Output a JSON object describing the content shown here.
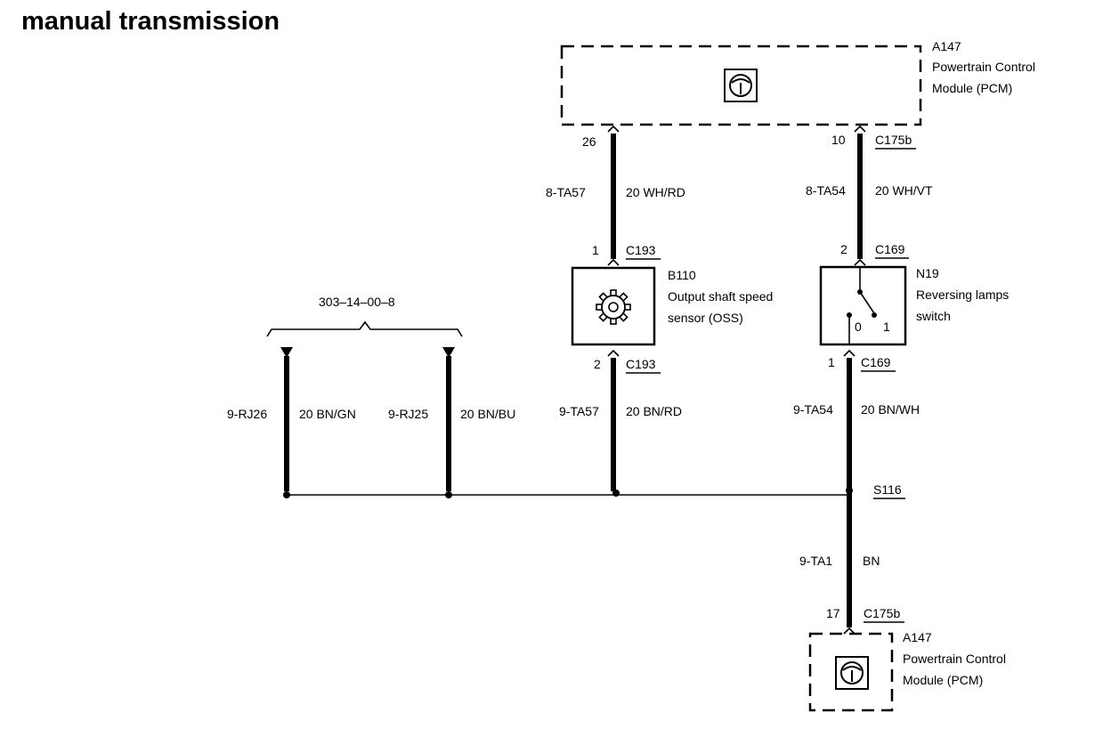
{
  "title": "manual transmission",
  "pcm_top": {
    "id": "A147",
    "name_line1": "Powertrain Control",
    "name_line2": "Module (PCM)"
  },
  "pcm_bottom": {
    "id": "A147",
    "name_line1": "Powertrain Control",
    "name_line2": "Module (PCM)"
  },
  "oss": {
    "id": "B110",
    "name_line1": "Output shaft speed",
    "name_line2": "sensor (OSS)"
  },
  "switch": {
    "id": "N19",
    "name_line1": "Reversing lamps",
    "name_line2": "switch",
    "pos0": "0",
    "pos1": "1"
  },
  "ref": "303–14–00–8",
  "splice": "S116",
  "wires": {
    "pcm_oss": {
      "pin_pcm": "26",
      "circuit": "8-TA57",
      "color": "20 WH/RD",
      "pin_sensor": "1",
      "connector": "C193"
    },
    "pcm_switch": {
      "pin_pcm": "10",
      "pcm_connector": "C175b",
      "circuit": "8-TA54",
      "color": "20 WH/VT",
      "pin_switch": "2",
      "connector": "C169"
    },
    "oss_ground": {
      "pin": "2",
      "connector": "C193",
      "circuit": "9-TA57",
      "color": "20 BN/RD"
    },
    "switch_ground": {
      "pin": "1",
      "connector": "C169",
      "circuit": "9-TA54",
      "color": "20 BN/WH"
    },
    "rj26": {
      "circuit": "9-RJ26",
      "color": "20 BN/GN"
    },
    "rj25": {
      "circuit": "9-RJ25",
      "color": "20 BN/BU"
    },
    "main_ground": {
      "circuit": "9-TA1",
      "color": "BN",
      "pin": "17",
      "connector": "C175b"
    }
  }
}
